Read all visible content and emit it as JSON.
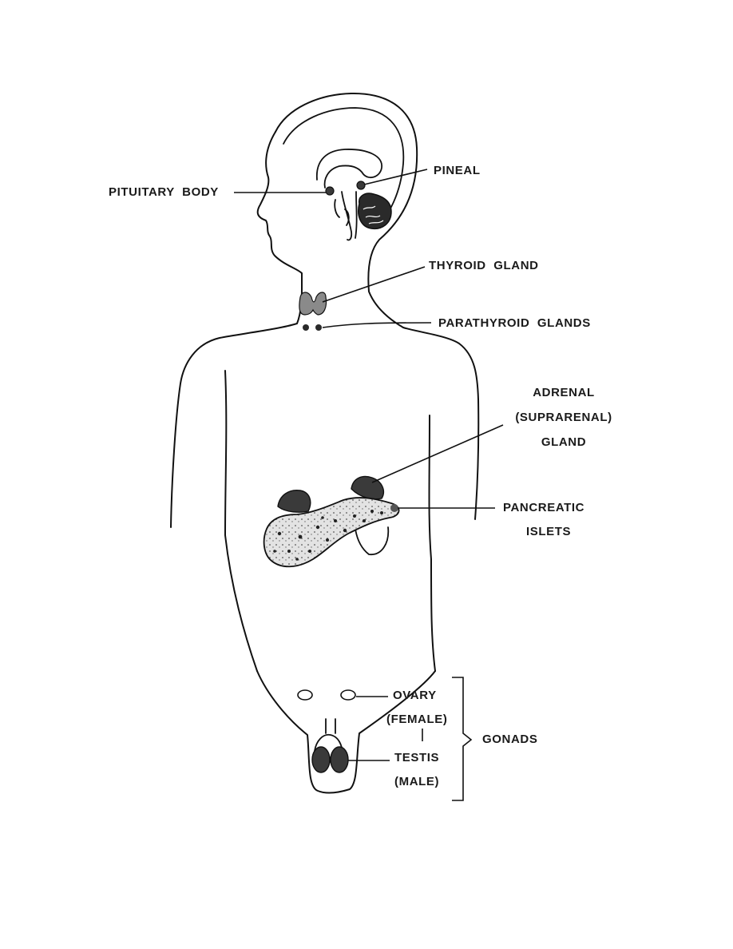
{
  "labels": {
    "pituitary": "PITUITARY  BODY",
    "pineal": "PINEAL",
    "thyroid": "THYROID  GLAND",
    "parathyroid": "PARATHYROID  GLANDS",
    "adrenal_1": "ADRENAL",
    "adrenal_2": "(SUPRARENAL)",
    "adrenal_3": "GLAND",
    "pancreatic_1": "PANCREATIC",
    "pancreatic_2": "ISLETS",
    "ovary_1": "OVARY",
    "ovary_2": "(FEMALE)",
    "testis_1": "TESTIS",
    "testis_2": "(MALE)",
    "gonads": "GONADS"
  },
  "colors": {
    "ink": "#111111",
    "gland_fill": "#3a3a3a",
    "pancreas_fill": "#d9d9d9"
  }
}
